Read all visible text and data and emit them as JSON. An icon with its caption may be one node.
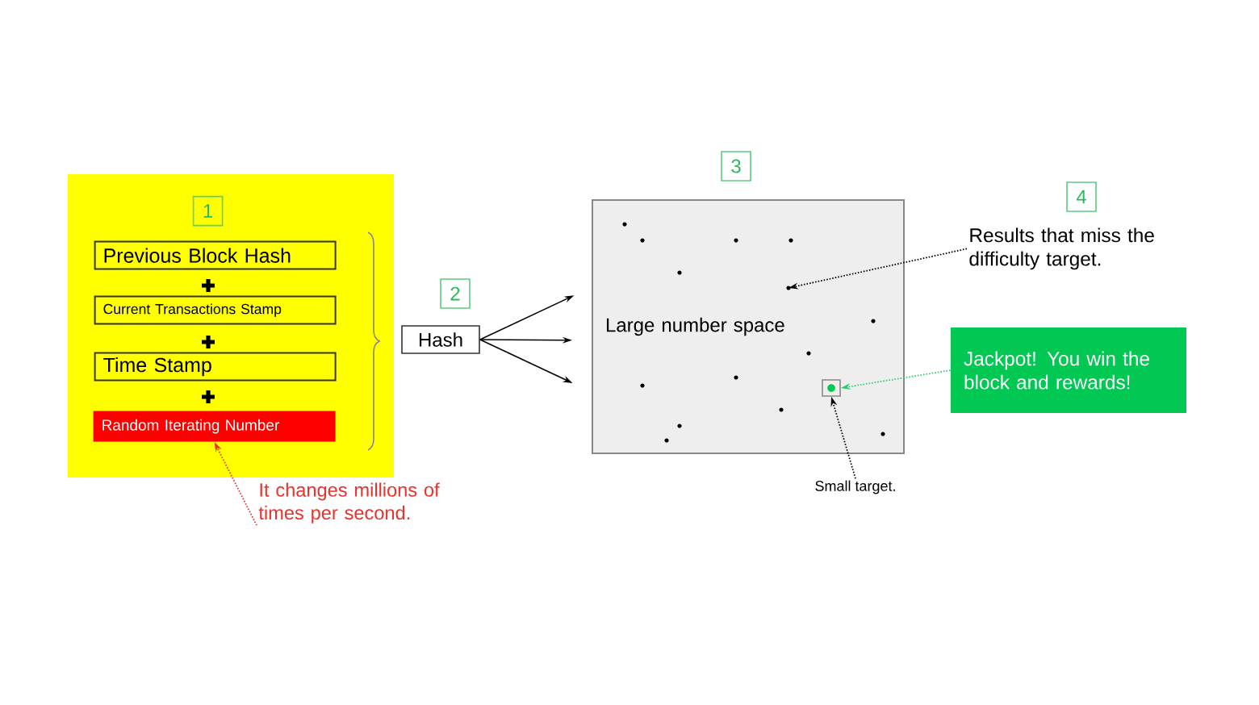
{
  "diagram": {
    "nodes": [
      {
        "text": [],
        "shape": "box"
      },
      {
        "text": [
          "1"
        ],
        "in": 0
      },
      {
        "text": [
          "Previous Block Hash"
        ],
        "in": 0
      },
      {
        "text": [
          "Current Transactions Stamp"
        ],
        "in": 0
      },
      {
        "text": [
          "Time Stamp"
        ],
        "in": 0
      },
      {
        "text": [
          "Random Iterating Number"
        ],
        "in": 0
      },
      {
        "text": [
          "It changes millions of times per second."
        ]
      },
      {
        "text": [
          "2"
        ]
      },
      {
        "text": [
          "Hash"
        ]
      },
      {
        "text": [
          "3"
        ]
      },
      {
        "text": [
          "Large number space"
        ]
      },
      {
        "text": [
          "4"
        ]
      },
      {
        "text": [
          "Results that miss the difficulty target."
        ]
      },
      {
        "text": [],
        "shape": "circle",
        "in": 10
      },
      {
        "text": [
          "Jackpot! You win the block and rewards!"
        ]
      },
      {
        "text": [],
        "shape": "box",
        "in": 10
      },
      {
        "text": [
          "Small target."
        ]
      }
    ],
    "edges": [
      {
        "from": 6,
        "to": 5,
        "arrow": "to",
        "style": "dashed",
        "color": "#e8322b"
      },
      {
        "from": 8,
        "to": 10,
        "arrow": "to"
      },
      {
        "from": 8,
        "to": 10,
        "arrow": "to"
      },
      {
        "from": 8,
        "to": 10,
        "arrow": "to"
      },
      {
        "from": 12,
        "to": 13,
        "arrow": "to",
        "style": "dashed"
      },
      {
        "from": 14,
        "to": 15,
        "arrow": "to",
        "style": "dashed",
        "color": "#2ecc71"
      },
      {
        "from": 16,
        "to": 15,
        "arrow": "to",
        "style": "dashed"
      }
    ]
  }
}
